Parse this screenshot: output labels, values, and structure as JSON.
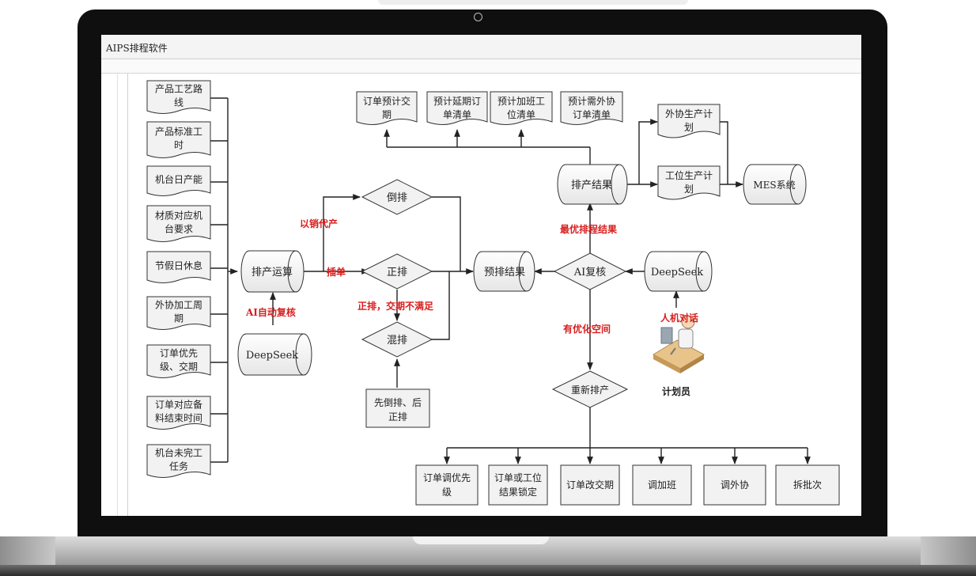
{
  "app": {
    "title": "AIPS排程软件"
  },
  "inputs": [
    [
      "产品工艺路",
      "线"
    ],
    [
      "产品标准工",
      "时"
    ],
    [
      "机台日产能"
    ],
    [
      "材质对应机",
      "台要求"
    ],
    [
      "节假日休息"
    ],
    [
      "外协加工周",
      "期"
    ],
    [
      "订单优先",
      "级、交期"
    ],
    [
      "订单对应备",
      "料结束时间"
    ],
    [
      "机台未完工",
      "任务"
    ]
  ],
  "calc": {
    "label": "排产运算"
  },
  "deepseek_left": {
    "label": "DeepSeek"
  },
  "deepseek_right": {
    "label": "DeepSeek"
  },
  "strategies": {
    "backward": "倒排",
    "forward": "正排",
    "mixed": "混排"
  },
  "mixed_note": [
    "先倒排、后",
    "正排"
  ],
  "pre_result": {
    "label": "预排结果"
  },
  "ai_review": {
    "label": "AI复核"
  },
  "result": {
    "label": "排产结果"
  },
  "top_outputs": [
    [
      "订单预计交",
      "期"
    ],
    [
      "预计延期订",
      "单清单"
    ],
    [
      "预计加班工",
      "位清单"
    ],
    [
      "预计需外协",
      "订单清单"
    ]
  ],
  "plans": {
    "outsource": [
      "外协生产计",
      "划"
    ],
    "station": [
      "工位生产计",
      "划"
    ]
  },
  "mes": {
    "label": "MES系统"
  },
  "reschedule": {
    "label": "重新排产"
  },
  "bottom_actions": [
    [
      "订单调优先",
      "级"
    ],
    [
      "订单或工位",
      "结果锁定"
    ],
    [
      "订单改交期"
    ],
    [
      "调加班"
    ],
    [
      "调外协"
    ],
    [
      "拆批次"
    ]
  ],
  "planner": {
    "label": "计划员"
  },
  "red_labels": {
    "sales": "以销代产",
    "insert": "插单",
    "ai_check": "AI自动复核",
    "forward_fail": "正排，交期不满足",
    "optimal": "最优排程结果",
    "room": "有优化空间",
    "dialogue": "人机对话"
  },
  "colors": {
    "accent_red": "#d81e1e",
    "box_fill": "#f2f2f2",
    "line": "#222222"
  }
}
